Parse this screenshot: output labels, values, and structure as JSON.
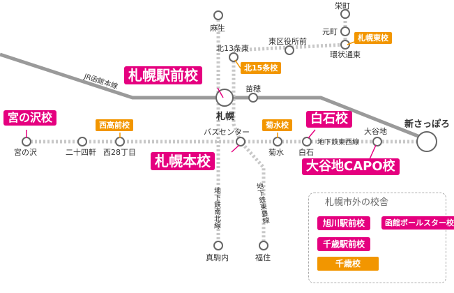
{
  "lines": {
    "jr_hakodate": "JR函館本線",
    "tozai": "地下鉄東西線",
    "nanboku": "地下鉄南北線",
    "toho": "地下鉄東豊線"
  },
  "stations": {
    "azabu": "麻生",
    "kita13": "北13条東",
    "higashikuyakusho": "東区役所前",
    "sakaemachi": "栄町",
    "motomachi": "元町",
    "kanjodori": "環状通東",
    "naebo": "苗穂",
    "sapporo": "札幌",
    "shinsapporo": "新さっぽろ",
    "miyanosawa": "宮の沢",
    "nijuyonken": "二十四軒",
    "nishi28": "西28丁目",
    "busucenter": "バスセンター",
    "kikusui": "菊水",
    "shiroishi": "白石",
    "oyachi": "大谷地",
    "makomanai": "真駒内",
    "fukuzumi": "福住"
  },
  "schools": {
    "sapporo_ekimae": "札幌駅前校",
    "kita15": "北15条校",
    "sapporo_higashi": "札幌東校",
    "miyanosawa": "宮の沢校",
    "nishikoumae": "西高前校",
    "kikusui": "菊水校",
    "shiroishi": "白石校",
    "sapporo_honko": "札幌本校",
    "oyachi_capo": "大谷地CAPO校"
  },
  "legend": {
    "title": "札幌市外の校舎",
    "asahikawa": "旭川駅前校",
    "hakodate": "函館ボールスター校",
    "chitose_ekimae": "千歳駅前校",
    "chitose": "千歳校"
  },
  "colors": {
    "pink": "#e5007f",
    "orange": "#f29600",
    "jr_line": "#999999",
    "subway_line": "#c8c8c8"
  }
}
